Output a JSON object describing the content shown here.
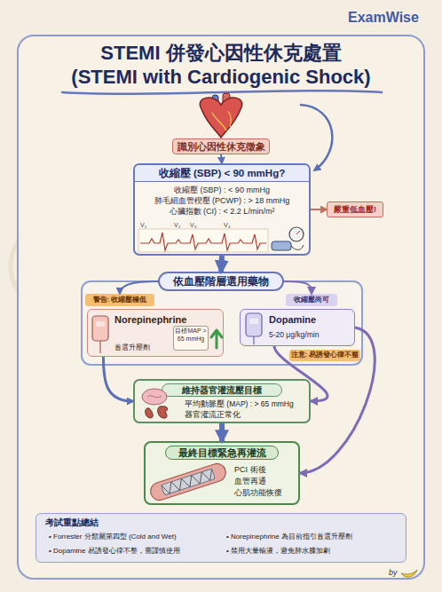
{
  "diagram": {
    "title": "STEMI 併發心因性休克處置 (STEMI with Cardiogenic Shock)",
    "nodes": [
      {
        "text": [
          "識別心因性休克徵象"
        ]
      },
      {
        "text": [
          "收縮壓 (SBP) < 90 mmHg?",
          "收縮壓 (SBP) : < 90 mmHg",
          "肺毛細血管楔壓 (PCWP) : > 18 mmHg",
          "心臟指數 (CI) : < 2.2 L/min/m²"
        ]
      },
      {
        "text": [
          "嚴重低血壓!"
        ]
      },
      {
        "text": [
          "依血壓階層選用藥物"
        ]
      },
      {
        "text": [
          "警告: 收縮壓極低"
        ]
      },
      {
        "text": [
          "收縮壓尚可"
        ]
      },
      {
        "text": [
          "Norepinephrine",
          "首選升壓劑"
        ]
      },
      {
        "text": [
          "目標MAP > 65 mmHg"
        ],
        "in": 6
      },
      {
        "text": [
          "Dopamine",
          "5-20 μg/kg/min"
        ]
      },
      {
        "text": [
          "注意: 易誘發心律不整"
        ]
      },
      {
        "text": [
          "維持器官灌流壓目標",
          "平均動脈壓 (MAP) : > 65 mmHg",
          "器官灌流正常化"
        ]
      },
      {
        "text": [
          "最終目標緊急再灌流",
          "PCI 術後",
          "血管再通",
          "心肌功能恢復"
        ]
      },
      {
        "text": [
          "考試重點總結",
          "• Forrester 分類屬第四型 (Cold and Wet)",
          "• Norepinephrine 為目前指引首選升壓劑",
          "• Dopamine 易誘發心律不整，需謹慎使用",
          "• 禁用大量輸液，避免肺水腫加劇"
        ]
      }
    ],
    "edges": [
      {
        "from": 0,
        "to": 1,
        "arrow": "to"
      },
      {
        "from": 1,
        "to": 2,
        "arrow": "to"
      },
      {
        "from": 1,
        "to": 3,
        "arrow": "to"
      },
      {
        "from": 3,
        "to": 4,
        "arrow": "to"
      },
      {
        "from": 3,
        "to": 5,
        "arrow": "to"
      },
      {
        "from": 6,
        "to": 10,
        "arrow": "to"
      },
      {
        "from": 8,
        "to": 10,
        "arrow": "to"
      },
      {
        "from": 10,
        "to": 11,
        "arrow": "to"
      },
      {
        "from": 8,
        "to": 11,
        "arrow": "to"
      }
    ],
    "labels": [
      "ExamWise",
      "V₁",
      "V₂",
      "V₃",
      "V₄",
      "by"
    ]
  }
}
